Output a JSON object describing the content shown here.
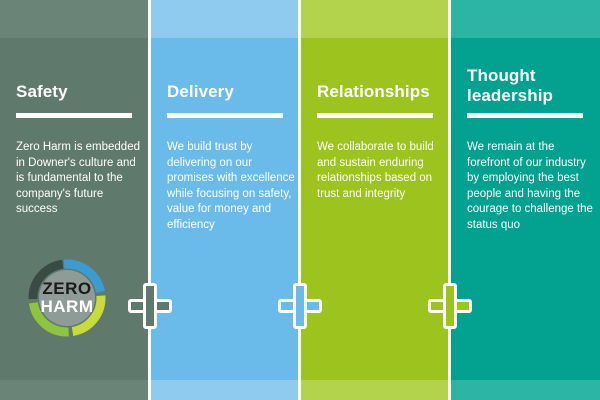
{
  "colors": {
    "safety": "#5f7a6c",
    "delivery": "#6bbbea",
    "relationships": "#9cc31e",
    "thought_leadership": "#03a18f"
  },
  "columns": [
    {
      "title": "Safety",
      "description": "Zero Harm is embedded in Downer's culture and is fundamental to the company's future success"
    },
    {
      "title": "Delivery",
      "description": "We build trust by delivering on our promises with excellence while focusing on safety, value for money and efficiency"
    },
    {
      "title": "Relationships",
      "description": "We collaborate to build and sustain enduring relationships based on trust and integrity"
    },
    {
      "title": "Thought leadership",
      "description": "We remain at the forefront of our industry by employing the best people and having the courage to challenge the status quo"
    }
  ],
  "logo": {
    "line1": "ZERO",
    "line2": "HARM"
  },
  "icons": {
    "plus": "plus-icon",
    "logo": "zero-harm-logo"
  }
}
